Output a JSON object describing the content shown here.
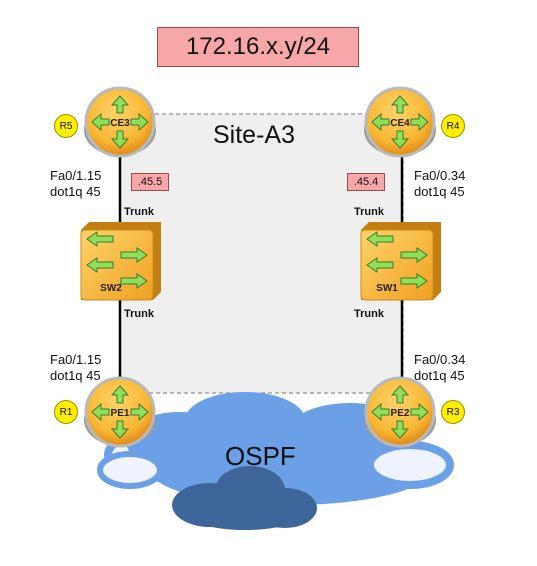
{
  "subnet_label": "172.16.x.y/24",
  "site_label": "Site-A3",
  "cloud_label": "OSPF",
  "devices": {
    "ce3": {
      "name": "CE3",
      "id": "R5"
    },
    "ce4": {
      "name": "CE4",
      "id": "R4"
    },
    "sw2": {
      "name": "SW2"
    },
    "sw1": {
      "name": "SW1"
    },
    "pe1": {
      "name": "PE1",
      "id": "R1"
    },
    "pe2": {
      "name": "PE2",
      "id": "R3"
    }
  },
  "addresses": {
    "ce3": ".45.5",
    "ce4": ".45.4"
  },
  "interfaces": {
    "ce3": {
      "port": "Fa0/1.15",
      "vlan": "dot1q 45"
    },
    "ce4": {
      "port": "Fa0/0.34",
      "vlan": "dot1q 45"
    },
    "pe1": {
      "port": "Fa0/1.15",
      "vlan": "dot1q 45"
    },
    "pe2": {
      "port": "Fa0/0.34",
      "vlan": "dot1q 45"
    }
  },
  "trunk_label": "Trunk",
  "colors": {
    "router_fill": "#f7b733",
    "router_arrow": "#8ee05a",
    "subnet_bg": "#f7a7a7",
    "cloud_light": "#6b9fe6",
    "cloud_dark": "#3f6698",
    "site_area": "#efefef",
    "id_badge": "#ffee00"
  }
}
